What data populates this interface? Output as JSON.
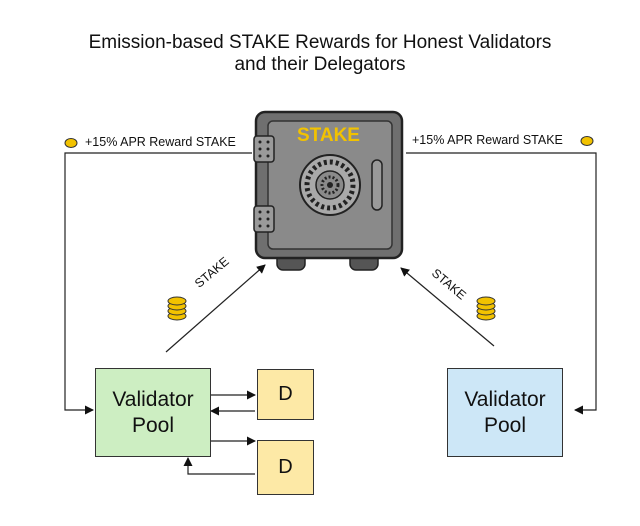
{
  "title_line1": "Emission-based STAKE Rewards for Honest Validators",
  "title_line2": "and their Delegators",
  "safe_label": "STAKE",
  "reward_left": "+15% APR Reward STAKE",
  "reward_right": "+15% APR Reward STAKE",
  "arrow_left_label": "STAKE",
  "arrow_right_label": "STAKE",
  "validator_pool_left": {
    "line1": "Validator",
    "line2": "Pool"
  },
  "validator_pool_right": {
    "line1": "Validator",
    "line2": "Pool"
  },
  "delegator_1": "D",
  "delegator_2": "D",
  "colors": {
    "validator_left_fill": "#cdeec2",
    "validator_right_fill": "#cde7f7",
    "delegator_fill": "#fde9a6",
    "coin": "#f2c200",
    "safe_body": "#7b7b7b",
    "safe_text": "#f2c200"
  }
}
